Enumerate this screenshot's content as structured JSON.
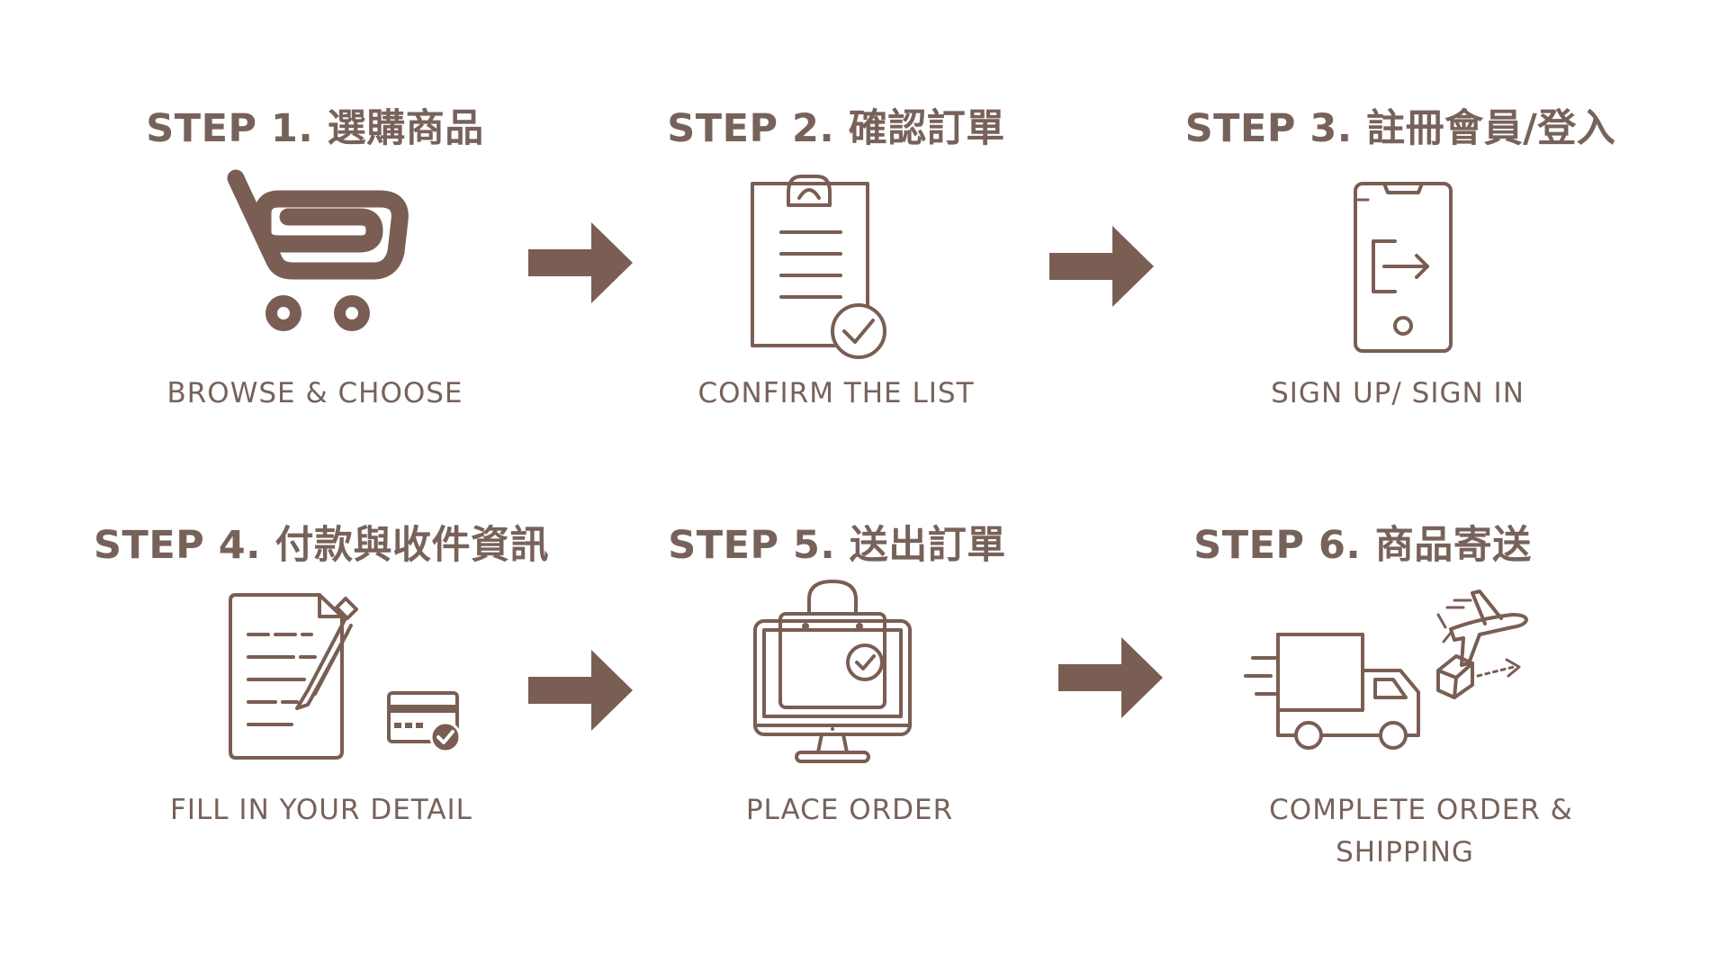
{
  "steps": [
    {
      "title": "STEP  1. 選購商品",
      "caption": "BROWSE  &  CHOOSE",
      "icon": "shopping-cart-icon"
    },
    {
      "title": "STEP  2. 確認訂單",
      "caption": "CONFIRM  THE  LIST",
      "icon": "clipboard-check-icon"
    },
    {
      "title": "STEP  3. 註冊會員/登入",
      "caption": "SIGN  UP/  SIGN  IN",
      "icon": "phone-login-icon"
    },
    {
      "title": "STEP  4. 付款與收件資訊",
      "caption": "FILL  IN  YOUR  DETAIL",
      "icon": "form-pen-card-icon"
    },
    {
      "title": "STEP  5. 送出訂單",
      "caption": "PLACE  ORDER",
      "icon": "monitor-shopping-bag-icon"
    },
    {
      "title": "STEP  6. 商品寄送",
      "caption_line1": "COMPLETE  ORDER  &",
      "caption_line2": "SHIPPING",
      "icon": "delivery-truck-plane-icon"
    }
  ],
  "colors": {
    "text": "#77625a",
    "icon": "#7a5e53",
    "background": "#ffffff"
  }
}
